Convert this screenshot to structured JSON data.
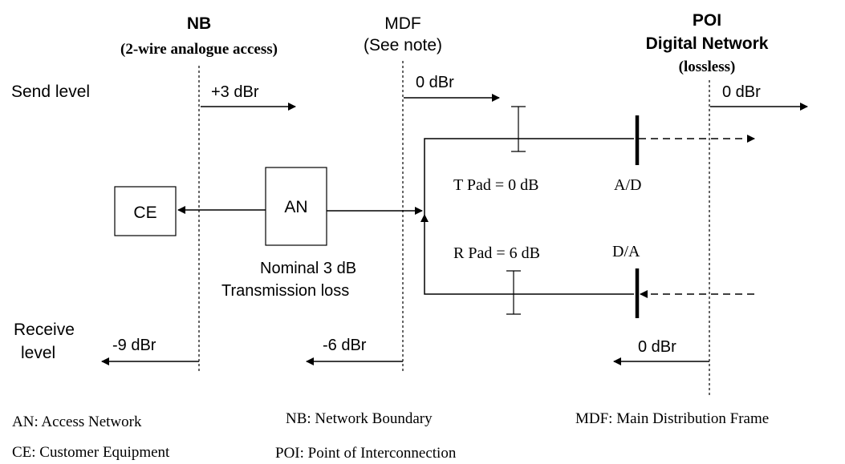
{
  "headers": {
    "nb_title": "NB",
    "nb_subtitle": "(2-wire analogue access)",
    "mdf_title": "MDF",
    "mdf_subtitle": "(See note)",
    "poi_title": "POI",
    "poi_line2": "Digital Network",
    "poi_subtitle": "(lossless)"
  },
  "labels": {
    "send_level": "Send level",
    "receive_level_1": "Receive",
    "receive_level_2": "level",
    "send_nb": "+3 dBr",
    "send_mdf": "0 dBr",
    "send_poi": "0 dBr",
    "recv_nb": "-9 dBr",
    "recv_mdf": "-6 dBr",
    "recv_poi": "0 dBr",
    "ce_box": "CE",
    "an_box": "AN",
    "nominal_1": "Nominal 3 dB",
    "nominal_2": "Transmission loss",
    "t_pad": "T Pad = 0 dB",
    "r_pad": "R Pad = 6 dB",
    "ad": "A/D",
    "da": "D/A"
  },
  "legend": {
    "an": "AN: Access Network",
    "ce": "CE: Customer Equipment",
    "nb": "NB: Network Boundary",
    "poi": "POI: Point of Interconnection",
    "mdf": "MDF: Main Distribution Frame"
  }
}
